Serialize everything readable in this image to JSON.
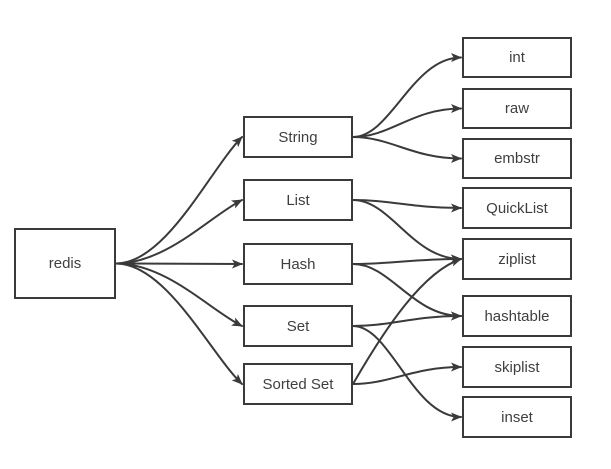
{
  "diagram": {
    "nodes": [
      {
        "id": "redis",
        "label": "redis"
      },
      {
        "id": "string",
        "label": "String"
      },
      {
        "id": "list",
        "label": "List"
      },
      {
        "id": "hash",
        "label": "Hash"
      },
      {
        "id": "set",
        "label": "Set"
      },
      {
        "id": "sorted-set",
        "label": "Sorted Set"
      },
      {
        "id": "int",
        "label": "int"
      },
      {
        "id": "raw",
        "label": "raw"
      },
      {
        "id": "embstr",
        "label": "embstr"
      },
      {
        "id": "quicklist",
        "label": "QuickList"
      },
      {
        "id": "ziplist",
        "label": "ziplist"
      },
      {
        "id": "hashtable",
        "label": "hashtable"
      },
      {
        "id": "skiplist",
        "label": "skiplist"
      },
      {
        "id": "inset",
        "label": "inset"
      }
    ],
    "edges": [
      {
        "from": "redis",
        "to": "string"
      },
      {
        "from": "redis",
        "to": "list"
      },
      {
        "from": "redis",
        "to": "hash"
      },
      {
        "from": "redis",
        "to": "set"
      },
      {
        "from": "redis",
        "to": "sorted-set"
      },
      {
        "from": "string",
        "to": "int"
      },
      {
        "from": "string",
        "to": "raw"
      },
      {
        "from": "string",
        "to": "embstr"
      },
      {
        "from": "list",
        "to": "quicklist"
      },
      {
        "from": "list",
        "to": "ziplist"
      },
      {
        "from": "hash",
        "to": "ziplist"
      },
      {
        "from": "hash",
        "to": "hashtable"
      },
      {
        "from": "set",
        "to": "hashtable"
      },
      {
        "from": "set",
        "to": "inset"
      },
      {
        "from": "sorted-set",
        "to": "ziplist"
      },
      {
        "from": "sorted-set",
        "to": "skiplist"
      }
    ],
    "colors": {
      "stroke": "#3a3a3a",
      "text": "#3f3f3f",
      "box_background": "#ffffff",
      "page_background": "#ffffff"
    }
  }
}
